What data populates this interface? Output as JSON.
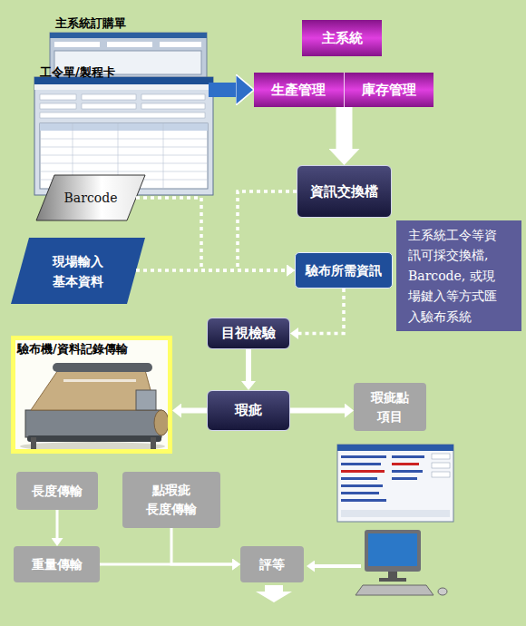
{
  "diagram": {
    "nodes": [
      {
        "text": [
          "主系統訂購單"
        ]
      },
      {
        "text": [
          "工令單/製程卡"
        ]
      },
      {
        "text": [
          "主系統"
        ]
      },
      {
        "text": [
          "生產管理",
          "庫存管理"
        ]
      },
      {
        "text": [
          "Barcode"
        ]
      },
      {
        "text": [
          "資訊交換檔"
        ]
      },
      {
        "text": [
          "現場輸入 基本資料"
        ]
      },
      {
        "text": [
          "驗布所需資訊"
        ]
      },
      {
        "text": [
          "主系統工令等資 訊可採交換檔, Barcode, 或現 場鍵入等方式匯 入驗布系統"
        ]
      },
      {
        "text": [
          "目視檢驗"
        ]
      },
      {
        "text": [
          "驗布機/資料記錄傳輸"
        ]
      },
      {
        "text": [
          "瑕疵"
        ]
      },
      {
        "text": [
          "瑕疵點 項目"
        ]
      },
      {
        "text": [
          "長度傳輸"
        ]
      },
      {
        "text": [
          "點瑕疵 長度傳輸"
        ]
      },
      {
        "text": [
          "重量傳輸"
        ]
      },
      {
        "text": [
          "評等"
        ]
      }
    ],
    "edges": [
      {
        "from": 0,
        "to": 3,
        "arrow": "to"
      },
      {
        "from": 1,
        "to": 3,
        "arrow": "to"
      },
      {
        "from": 3,
        "to": 5,
        "arrow": "to"
      },
      {
        "from": 4,
        "to": 7,
        "arrow": "to"
      },
      {
        "from": 5,
        "to": 7,
        "arrow": "to"
      },
      {
        "from": 6,
        "to": 7,
        "arrow": "to"
      },
      {
        "from": 7,
        "to": 9,
        "arrow": "to"
      },
      {
        "from": 9,
        "to": 11,
        "arrow": "to"
      },
      {
        "from": 11,
        "to": 10,
        "arrow": "to"
      },
      {
        "from": 11,
        "to": 12,
        "arrow": "to"
      },
      {
        "from": 13,
        "to": 15,
        "arrow": "to"
      },
      {
        "from": 15,
        "to": 16,
        "arrow": "to"
      },
      {
        "from": 14,
        "to": 16,
        "arrow": "to"
      }
    ]
  }
}
